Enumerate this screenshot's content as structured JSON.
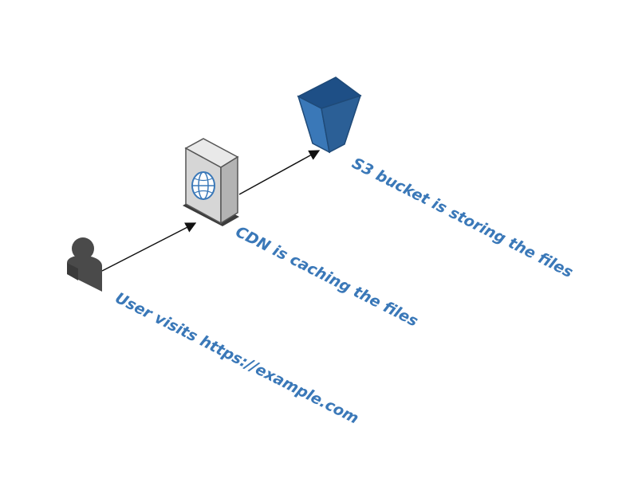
{
  "diagram": {
    "user": {
      "icon": "user-icon",
      "label": "User visits https://example.com"
    },
    "cdn": {
      "icon": "cdn-server-icon",
      "label": "CDN is caching the files"
    },
    "bucket": {
      "icon": "s3-bucket-icon",
      "label": "S3 bucket is storing the files"
    },
    "arrows": [
      {
        "from": "user",
        "to": "cdn"
      },
      {
        "from": "cdn",
        "to": "bucket"
      }
    ]
  },
  "colors": {
    "label": "#3a78b8",
    "bucket_front": "#3a78b8",
    "bucket_side": "#2b5f96",
    "user": "#4a4a4a",
    "server_face": "#d9d9d9"
  }
}
